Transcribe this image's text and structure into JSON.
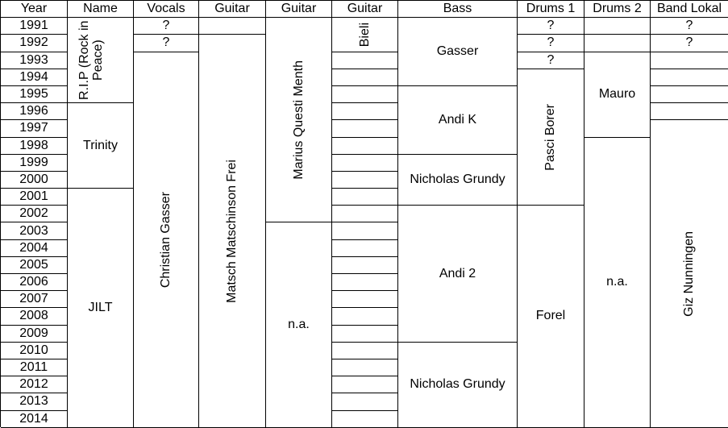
{
  "headers": [
    "Year",
    "Name",
    "Vocals",
    "Guitar",
    "Guitar",
    "Guitar",
    "Bass",
    "Drums 1",
    "Drums 2",
    "Band Lokal"
  ],
  "years": [
    "1991",
    "1992",
    "1993",
    "1994",
    "1995",
    "1996",
    "1997",
    "1998",
    "1999",
    "2000",
    "2001",
    "2002",
    "2003",
    "2004",
    "2005",
    "2006",
    "2007",
    "2008",
    "2009",
    "2010",
    "2011",
    "2012",
    "2013",
    "2014"
  ],
  "cells": {
    "q": "?",
    "rip": "R.I.P (Rock in Peace)",
    "trinity": "Trinity",
    "jilt": "JILT",
    "christian": "Christian Gasser",
    "matsch": "Matsch Matschinson Frei",
    "marius": "Marius Questi Menth",
    "na": "n.a.",
    "bieli": "Bieli",
    "gasser": "Gasser",
    "andik": "Andi K",
    "nicholas": "Nicholas Grundy",
    "andi2": "Andi 2",
    "pasci": "Pasci Borer",
    "forel": "Forel",
    "mauro": "Mauro",
    "giz": "Giz Nunningen"
  }
}
